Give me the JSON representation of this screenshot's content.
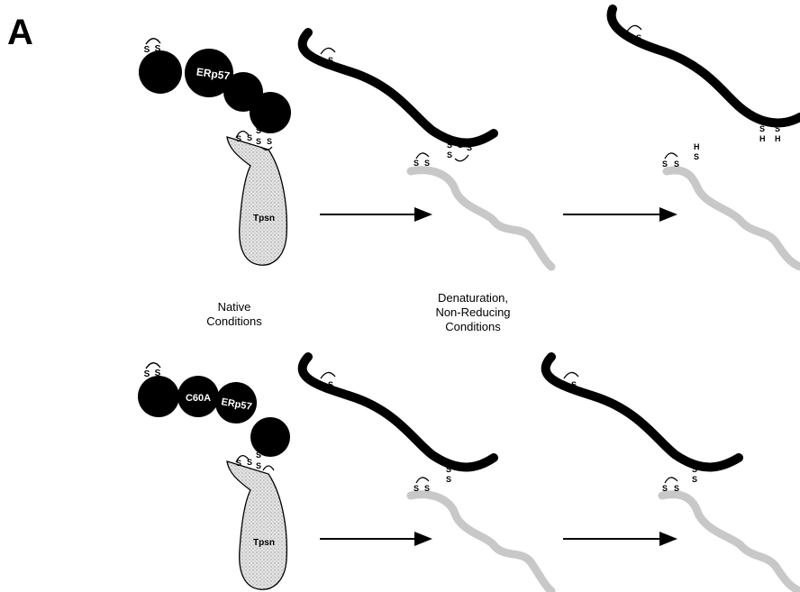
{
  "panel_label": "A",
  "labels": {
    "erp57": "ERp57",
    "c60a": "C60A",
    "tpsn": "Tpsn",
    "sulfur": "S",
    "hydrogen": "H"
  },
  "captions": {
    "native": [
      "Native",
      "Conditions"
    ],
    "denaturation": [
      "Denaturation,",
      "Non-Reducing",
      "Conditions"
    ]
  },
  "colors": {
    "ink": "#000000",
    "tpsn_fill": "#d8d8d8",
    "denatured_chain": "#c9c9c9"
  }
}
